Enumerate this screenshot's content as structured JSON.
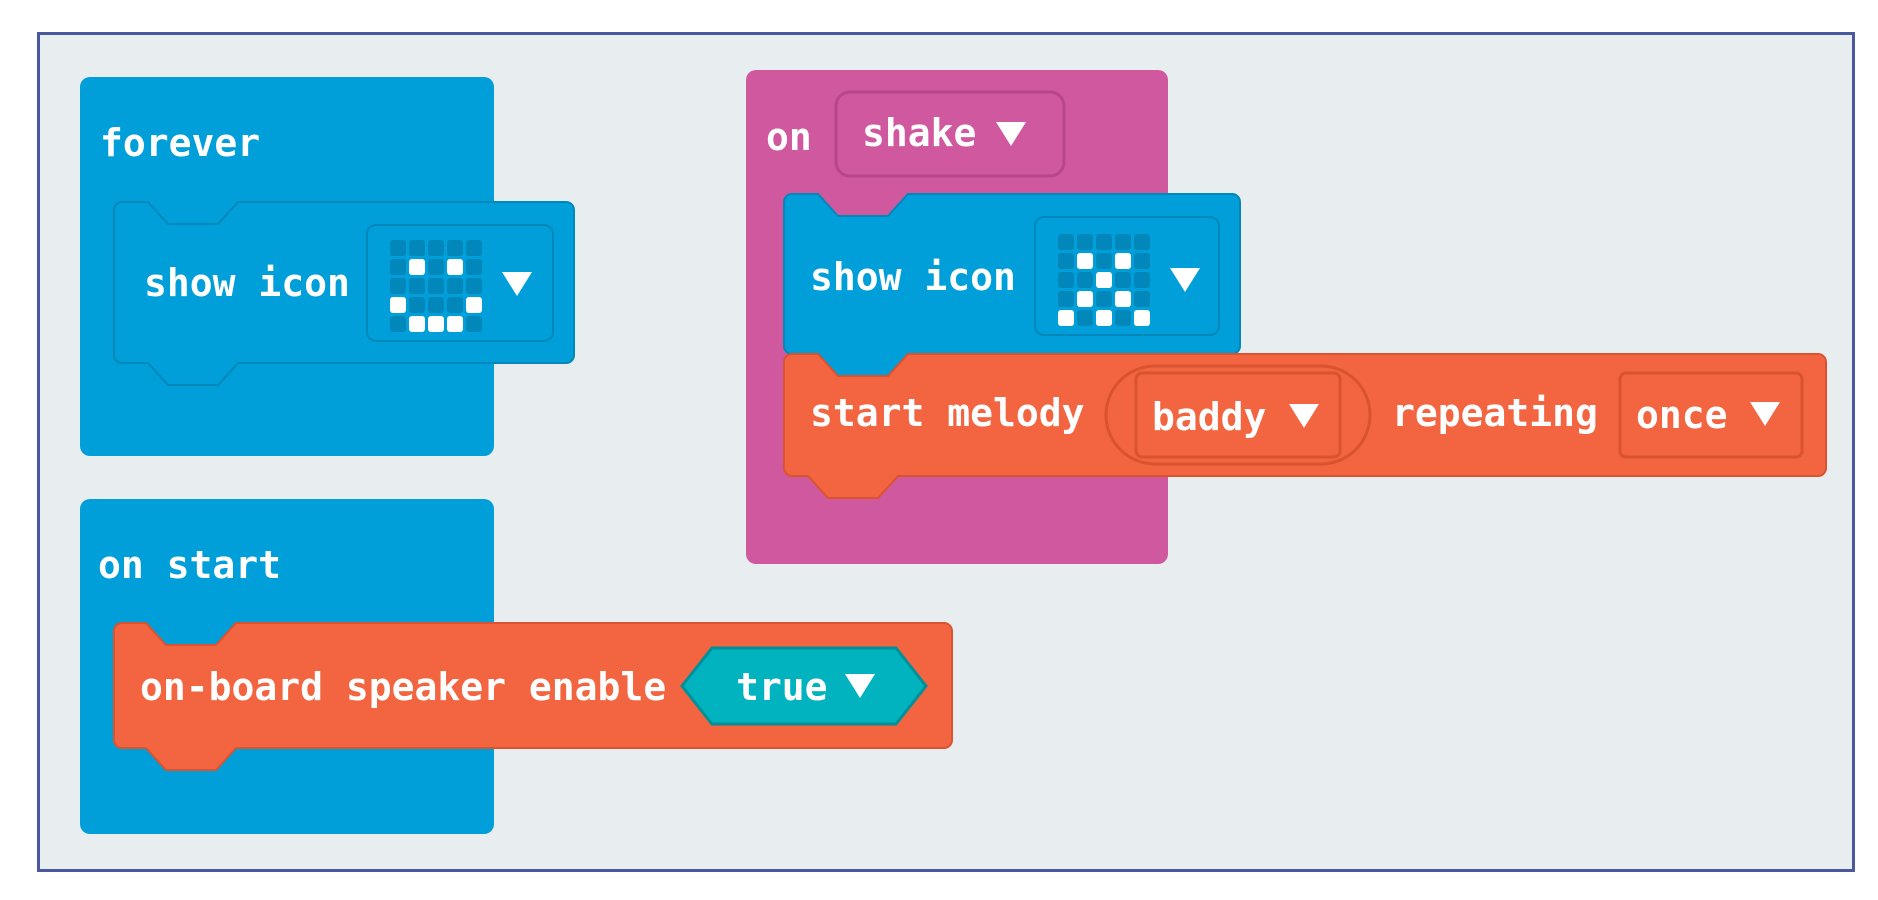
{
  "colors": {
    "basic": "#019fd9",
    "basic_dark": "#0187b9",
    "input": "#d0589f",
    "music": "#f26540",
    "logic": "#00b3bf",
    "workspace": "#e8edf0",
    "border": "#4a58a0"
  },
  "forever_block": {
    "hat_label": "forever",
    "show_icon": {
      "label": "show icon",
      "icon": "happy-face-icon",
      "dropdown": "chevron-down-icon"
    }
  },
  "on_start_block": {
    "hat_label": "on start",
    "speaker": {
      "label": "on-board speaker enable",
      "value": "true",
      "dropdown": "chevron-down-icon"
    }
  },
  "on_shake_block": {
    "hat_label": "on",
    "event_value": "shake",
    "show_icon": {
      "label": "show icon",
      "icon": "skull-icon",
      "dropdown": "chevron-down-icon"
    },
    "melody": {
      "label_start": "start melody",
      "melody_value": "baddy",
      "label_repeat": "repeating",
      "repeat_value": "once"
    }
  }
}
